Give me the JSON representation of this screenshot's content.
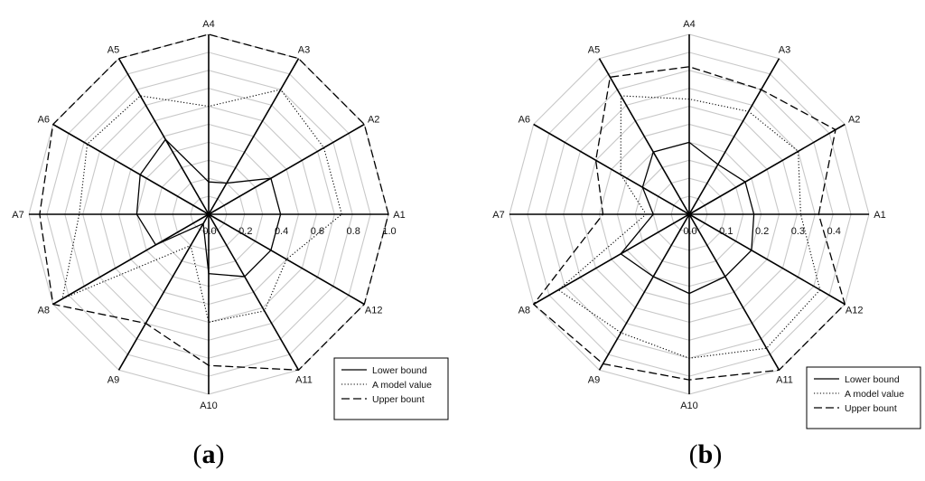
{
  "chart_data": [
    {
      "type": "radar",
      "panel_label": "a",
      "axes": [
        "A1",
        "A2",
        "A3",
        "A4",
        "A5",
        "A6",
        "A7",
        "A8",
        "A9",
        "A10",
        "A11",
        "A12"
      ],
      "rmax": 1.0,
      "ticks": [
        0.0,
        0.2,
        0.4,
        0.6,
        0.8,
        1.0
      ],
      "tick_labels": [
        "0.0",
        "0.2",
        "0.4",
        "0.6",
        "0.8",
        "1.0"
      ],
      "grid": true,
      "legend": {
        "position": "bottom-right",
        "entries": [
          "Lower bound",
          "A model value",
          "Upper bount"
        ]
      },
      "series": [
        {
          "name": "Lower bound",
          "style": "solid",
          "values": [
            0.4,
            0.4,
            0.2,
            0.18,
            0.48,
            0.44,
            0.4,
            0.34,
            0.06,
            0.33,
            0.4,
            0.4
          ]
        },
        {
          "name": "A model value",
          "style": "dotted",
          "values": [
            0.74,
            0.74,
            0.8,
            0.6,
            0.76,
            0.78,
            0.72,
            0.94,
            0.2,
            0.6,
            0.62,
            0.5
          ]
        },
        {
          "name": "Upper bount",
          "style": "dashed",
          "values": [
            1.0,
            1.0,
            1.0,
            1.0,
            1.0,
            1.0,
            0.94,
            1.0,
            0.7,
            0.84,
            1.0,
            1.0
          ]
        }
      ]
    },
    {
      "type": "radar",
      "panel_label": "b",
      "axes": [
        "A1",
        "A2",
        "A3",
        "A4",
        "A5",
        "A6",
        "A7",
        "A8",
        "A9",
        "A10",
        "A11",
        "A12"
      ],
      "rmax": 0.5,
      "ticks": [
        0.0,
        0.1,
        0.2,
        0.3,
        0.4
      ],
      "tick_labels": [
        "0.0",
        "0.1",
        "0.2",
        "0.3",
        "0.4"
      ],
      "grid": true,
      "legend": {
        "position": "bottom-right",
        "entries": [
          "Lower bound",
          "A model value",
          "Upper bount"
        ]
      },
      "series": [
        {
          "name": "Lower bound",
          "style": "solid",
          "values": [
            0.18,
            0.18,
            0.16,
            0.2,
            0.2,
            0.15,
            0.1,
            0.22,
            0.2,
            0.22,
            0.2,
            0.2
          ]
        },
        {
          "name": "A model value",
          "style": "dotted",
          "values": [
            0.31,
            0.35,
            0.33,
            0.32,
            0.38,
            0.22,
            0.12,
            0.42,
            0.38,
            0.4,
            0.43,
            0.42
          ]
        },
        {
          "name": "Upper bount",
          "style": "dashed",
          "values": [
            0.36,
            0.47,
            0.4,
            0.41,
            0.44,
            0.3,
            0.24,
            0.5,
            0.48,
            0.46,
            0.5,
            0.5
          ]
        }
      ]
    }
  ]
}
